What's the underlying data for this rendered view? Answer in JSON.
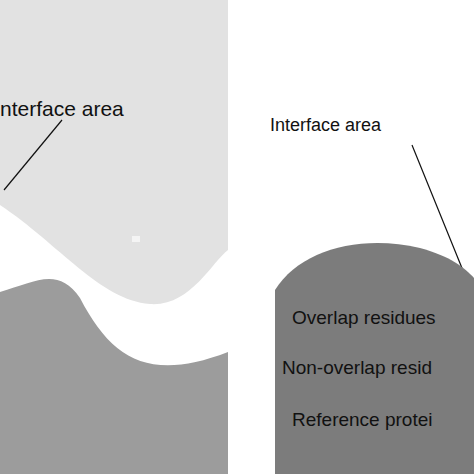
{
  "diagram": {
    "nodes": [
      {
        "text": [
          "Overlap residues",
          "Non-overlap resid",
          "Reference protei"
        ]
      }
    ],
    "labels": [
      "nterface area",
      "Interface area"
    ]
  }
}
